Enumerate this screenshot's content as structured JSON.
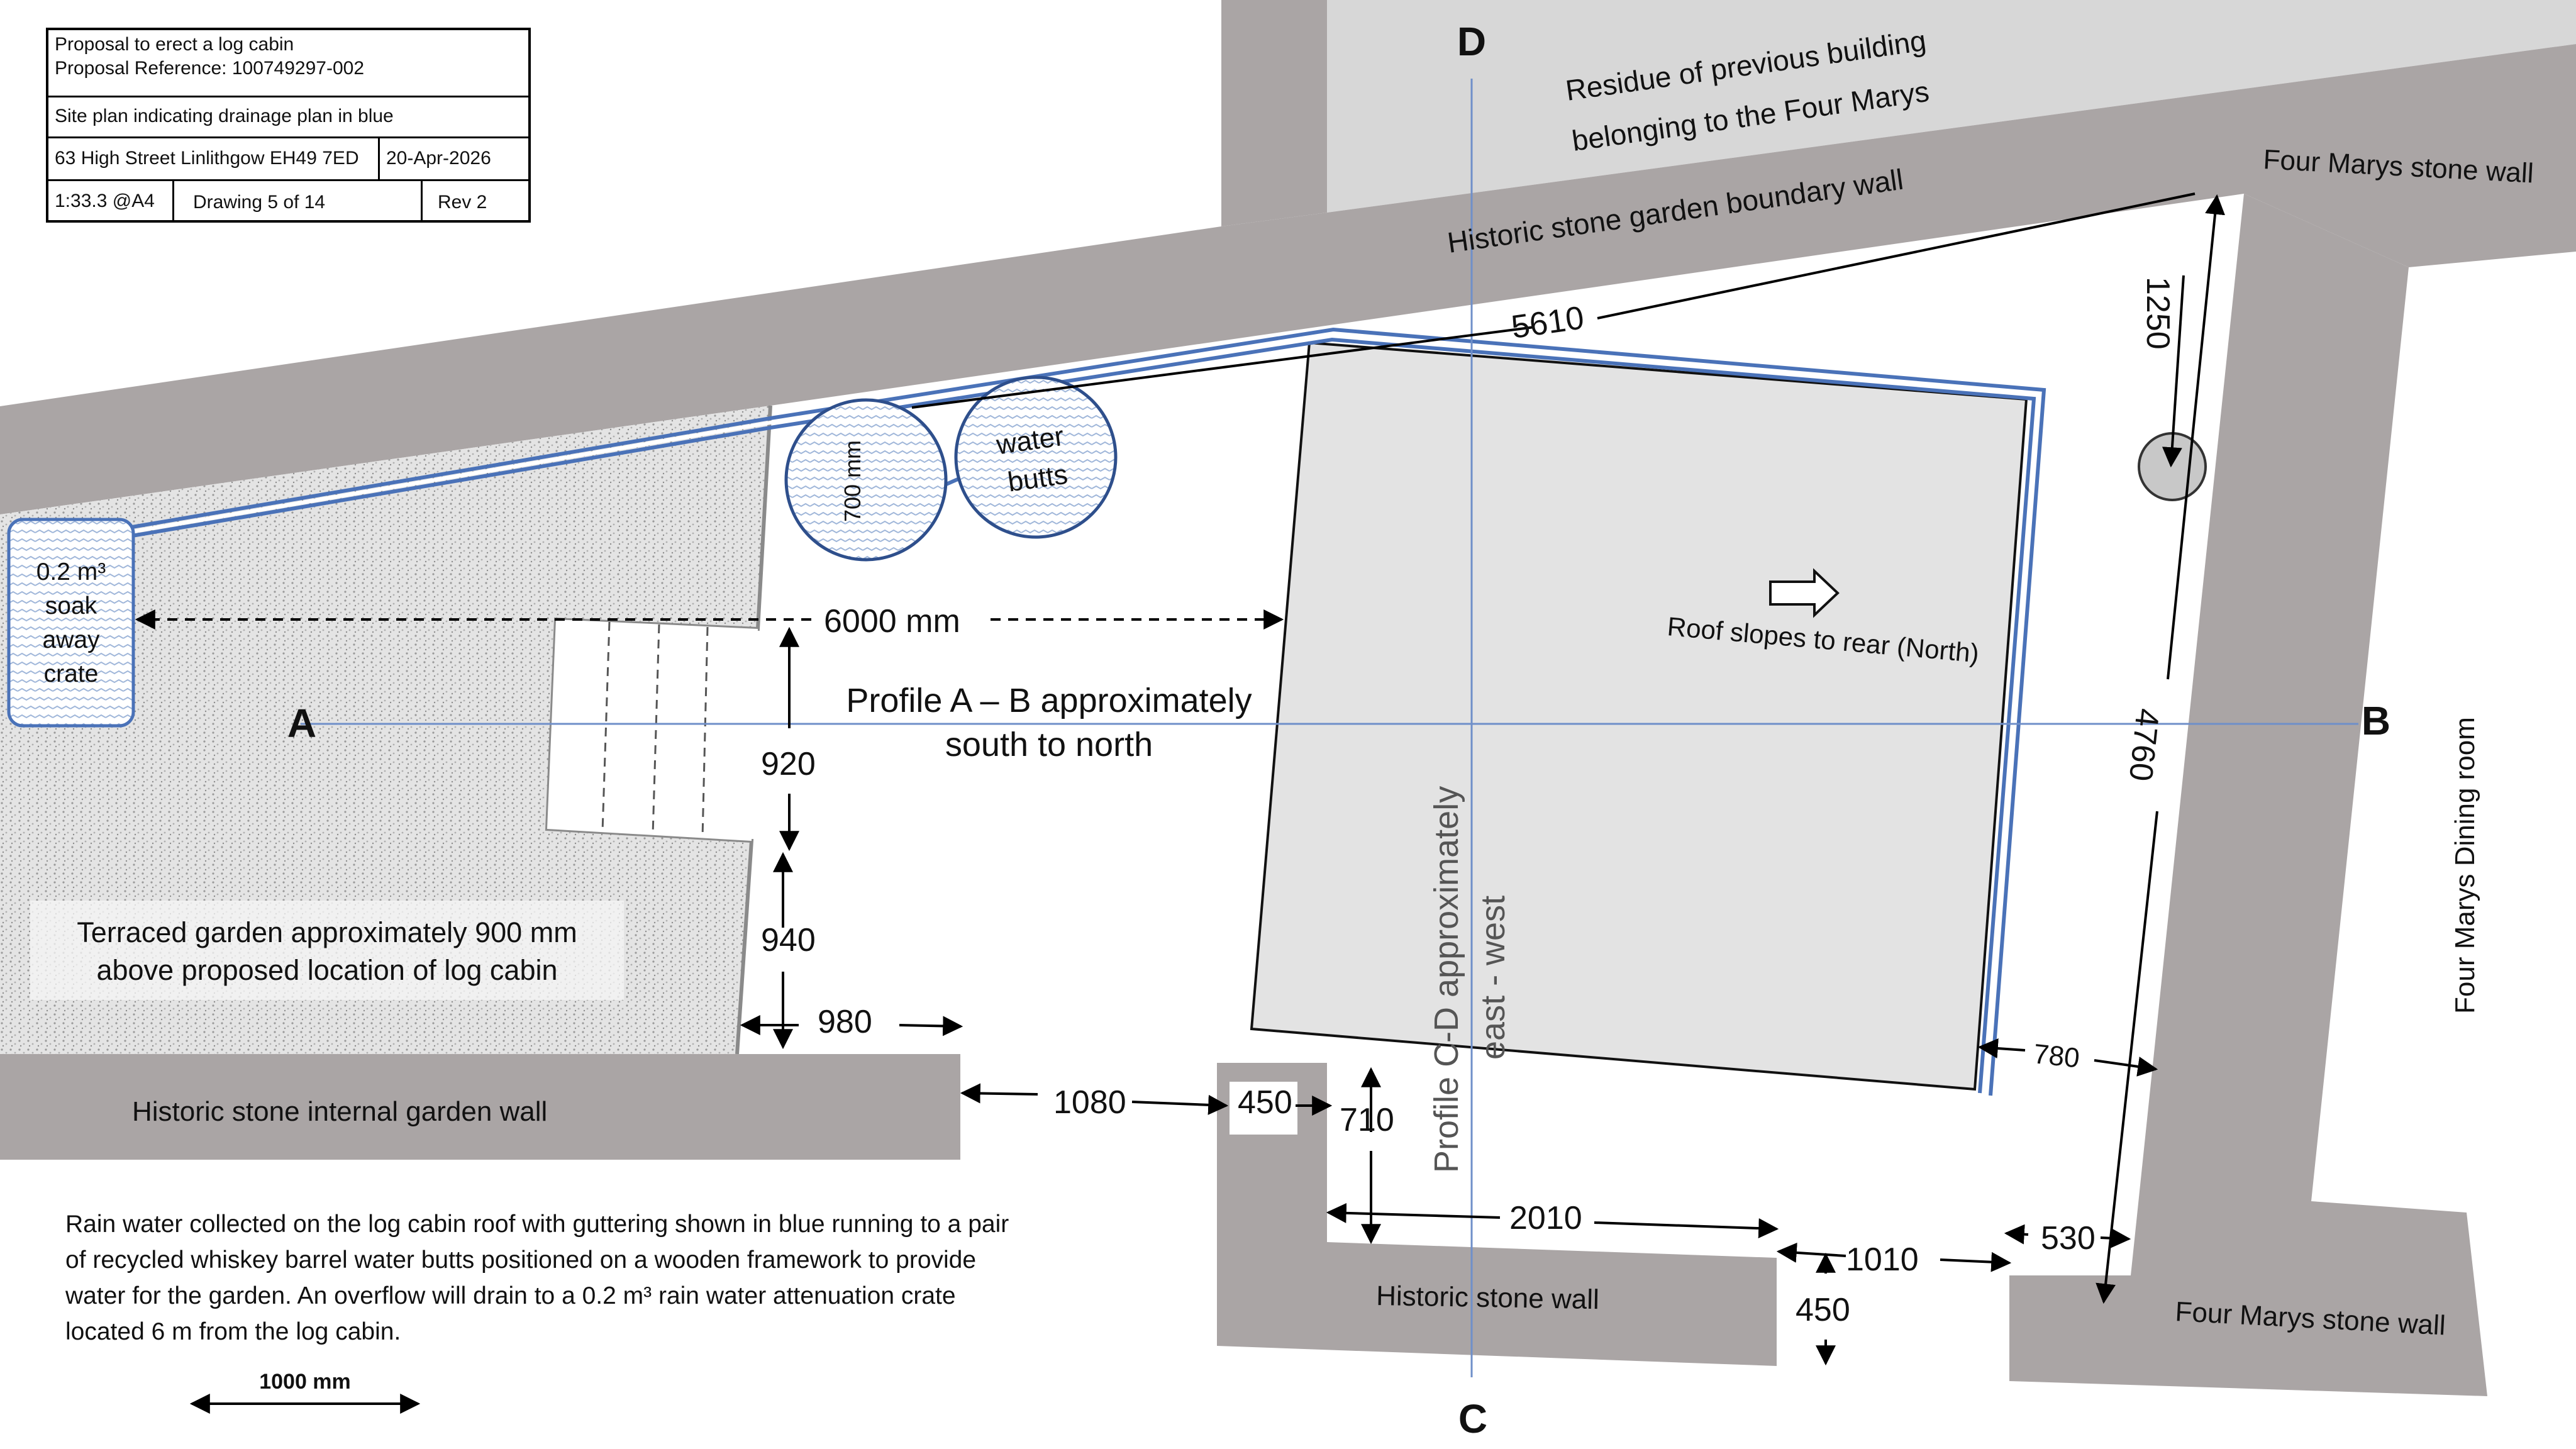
{
  "title_block": {
    "line1": "Proposal to erect a log cabin",
    "line2": "Proposal Reference: 100749297-002",
    "line3": "Site plan indicating drainage plan in blue",
    "address": "63 High Street Linlithgow  EH49 7ED",
    "date": "20-Apr-2026",
    "scale": "1:33.3 @A4",
    "drawing": "Drawing  5 of 14",
    "rev": "Rev 2"
  },
  "labels": {
    "residue_line1": "Residue of previous building",
    "residue_line2": "belonging to the Four Marys",
    "boundary_wall": "Historic stone garden boundary wall",
    "four_marys_wall_top": "Four Marys stone wall",
    "four_marys_wall_bottom": "Four Marys stone wall",
    "dining_room": "Four Marys Dining room",
    "internal_wall": "Historic stone internal garden wall",
    "historic_wall": "Historic stone wall",
    "terrace_line1": "Terraced garden approximately 900 mm",
    "terrace_line2": "above proposed location of log cabin",
    "soak_line1": "0.2 m³",
    "soak_line2": "soak",
    "soak_line3": "away",
    "soak_line4": "crate",
    "butt_size": "700 mm",
    "butts_line1": "water",
    "butts_line2": "butts",
    "roof_slope": "Roof slopes to rear (North)",
    "profile_ab_line1": "Profile A – B approximately",
    "profile_ab_line2": "south to north",
    "profile_cd_line1": "Profile C-D approximately",
    "profile_cd_line2": "east - west",
    "point_a": "A",
    "point_b": "B",
    "point_c": "C",
    "point_d": "D"
  },
  "dimensions": {
    "d5610": "5610",
    "d1250": "1250",
    "d4760": "4760",
    "d6000": "6000 mm",
    "d920": "920",
    "d940": "940",
    "d980": "980",
    "d1080": "1080",
    "d450a": "450",
    "d710": "710",
    "d2010": "2010",
    "d1010": "1010",
    "d450b": "450",
    "d530": "530",
    "d780": "780",
    "scale_bar": "1000 mm"
  },
  "note": {
    "line1": "Rain water collected on the log cabin roof with guttering shown in blue running to a pair",
    "line2": "of recycled whiskey barrel water butts positioned on a wooden framework to provide",
    "line3": "water for the garden. An overflow will drain to a 0.2 m³ rain water attenuation crate",
    "line4": "located 6 m from the log cabin."
  },
  "colors": {
    "wall": "#aaa5a5",
    "residue": "#d7d7d7",
    "cabin": "#e3e3e3",
    "gutter": "#4a72b8",
    "profile_line": "#6f8fc9",
    "terrace": "#dedede"
  }
}
